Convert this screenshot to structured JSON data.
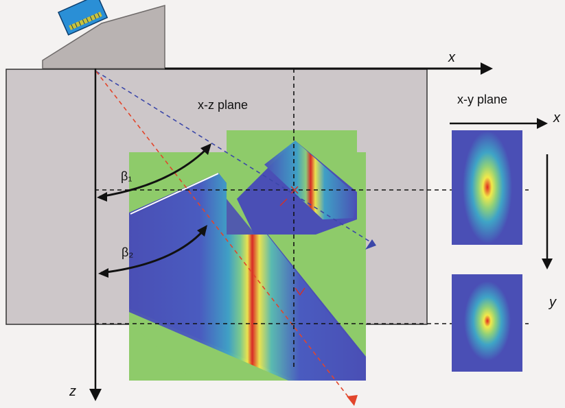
{
  "labels": {
    "xz_plane": "x-z plane",
    "xy_plane": "x-y plane",
    "x_axis_main": "x",
    "z_axis_main": "z",
    "x_axis_inset": "x",
    "y_axis_inset": "y",
    "beta1": "β₁",
    "beta2": "β₂"
  },
  "colors": {
    "block": "#cdc7c9",
    "block_border": "#333333",
    "transducer_wedge": "#b9b3b2",
    "transducer_face": "#2a8fd6",
    "field_green": "#8ecb6a",
    "field_blue": "#4a4fb5",
    "field_yellow": "#f2e94a",
    "field_red": "#e0281e",
    "beam_line_blue": "#3b47a8",
    "beam_line_red": "#e2452b"
  },
  "icons": [
    "arrow-icon",
    "curved-arrow-icon",
    "transducer-icon"
  ]
}
